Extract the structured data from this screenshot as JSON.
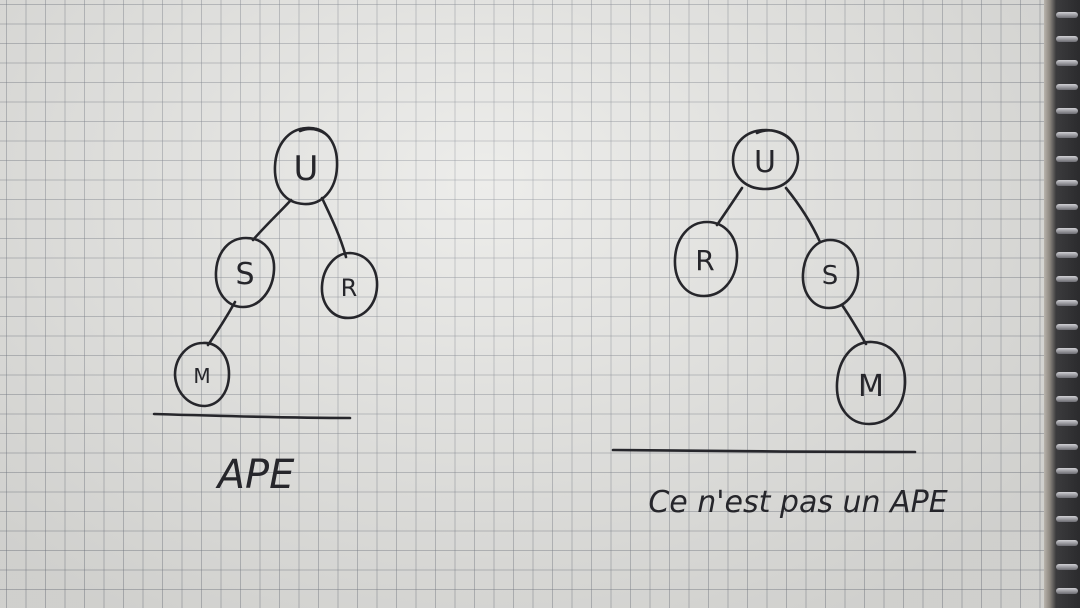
{
  "colors": {
    "ink": "#26262b",
    "paper": "#e7e7e4",
    "grid": "#7a7f8a"
  },
  "diagrams": [
    {
      "nodes": {
        "root": "U",
        "left": "S",
        "right": "R",
        "leaf": "M"
      },
      "caption": "APE"
    },
    {
      "nodes": {
        "root": "U",
        "left": "R",
        "right": "S",
        "leaf": "M"
      },
      "caption": "Ce n'est pas un APE"
    }
  ]
}
